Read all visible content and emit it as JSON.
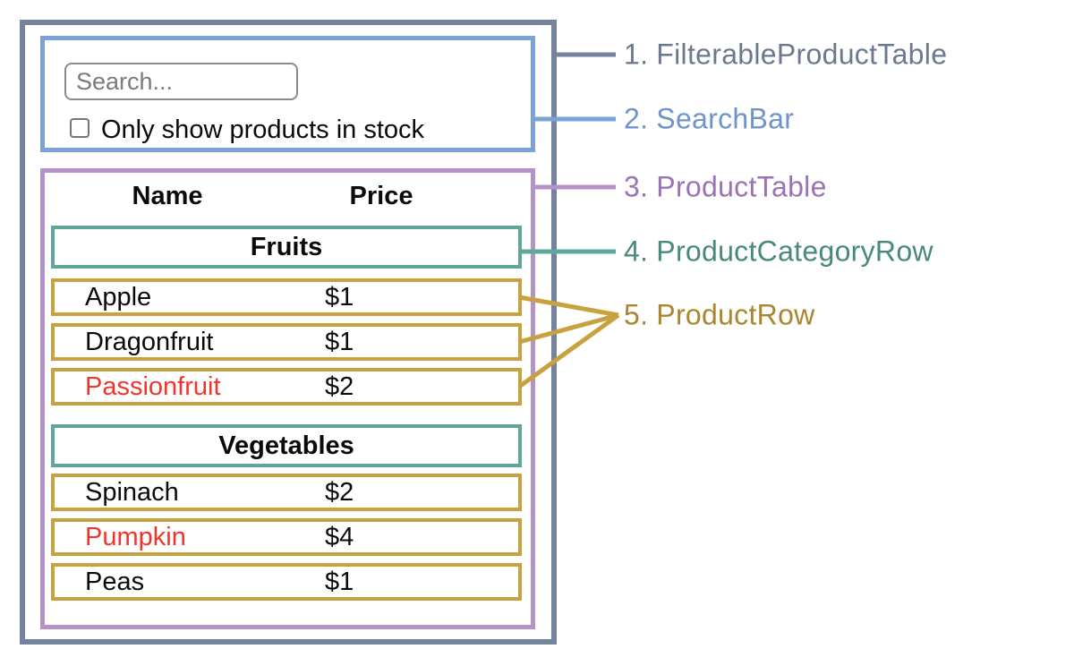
{
  "searchbar": {
    "placeholder": "Search...",
    "checkbox_label": "Only show products in stock",
    "checkbox_checked": false
  },
  "table": {
    "name_header": "Name",
    "price_header": "Price",
    "sections": [
      {
        "category": "Fruits",
        "rows": [
          {
            "name": "Apple",
            "price": "$1",
            "out_of_stock": false
          },
          {
            "name": "Dragonfruit",
            "price": "$1",
            "out_of_stock": false
          },
          {
            "name": "Passionfruit",
            "price": "$2",
            "out_of_stock": true
          }
        ]
      },
      {
        "category": "Vegetables",
        "rows": [
          {
            "name": "Spinach",
            "price": "$2",
            "out_of_stock": false
          },
          {
            "name": "Pumpkin",
            "price": "$4",
            "out_of_stock": true
          },
          {
            "name": "Peas",
            "price": "$1",
            "out_of_stock": false
          }
        ]
      }
    ]
  },
  "legend": [
    {
      "number": "1.",
      "label": "FilterableProductTable"
    },
    {
      "number": "2.",
      "label": "SearchBar"
    },
    {
      "number": "3.",
      "label": "ProductTable"
    },
    {
      "number": "4.",
      "label": "ProductCategoryRow"
    },
    {
      "number": "5.",
      "label": "ProductRow"
    }
  ],
  "colors": {
    "slate": "#76839D",
    "slate-text": "#6B7990",
    "blue": "#7CA1D6",
    "blue-text": "#6E94CA",
    "purple": "#B592C9",
    "purple-text": "#9B73B4",
    "teal": "#5FA899",
    "teal-text": "#47897B",
    "gold": "#C7A23E",
    "gold-text": "#AA872F",
    "red": "#F1352B",
    "input-border": "#8B8B8B",
    "placeholder": "#7B7B7B",
    "checkbox-border": "#767676"
  }
}
